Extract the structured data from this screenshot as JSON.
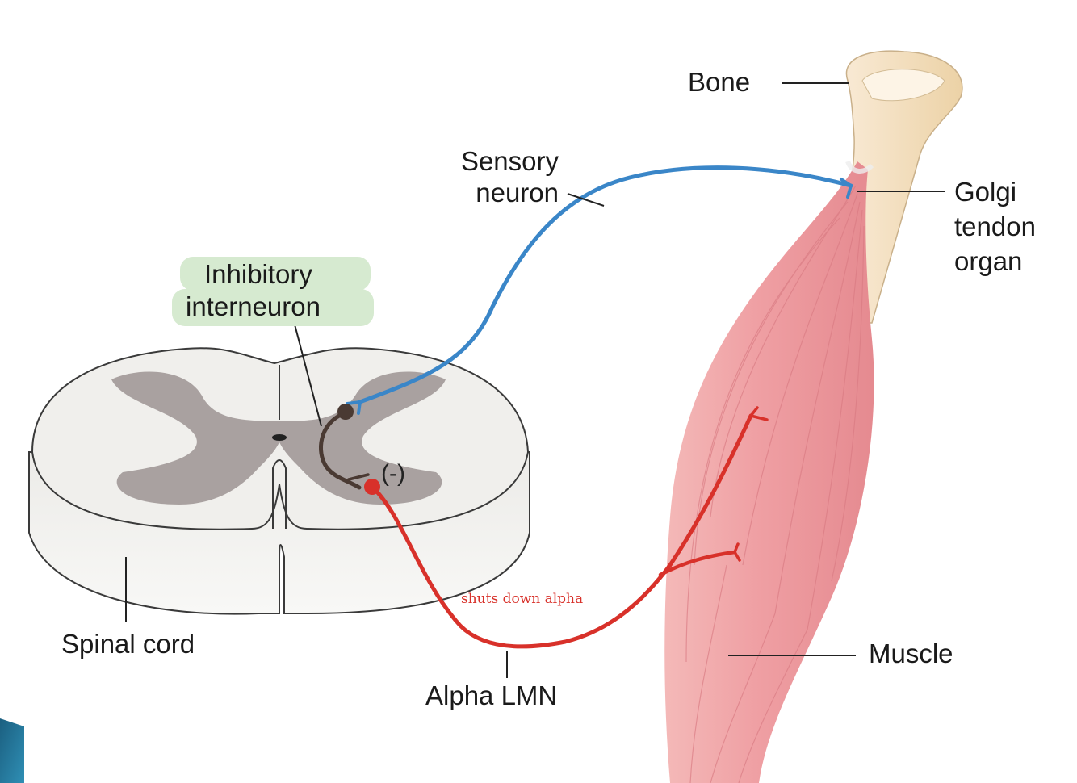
{
  "labels": {
    "bone": "Bone",
    "sensory_neuron": [
      "Sensory",
      "neuron"
    ],
    "golgi_tendon_organ": [
      "Golgi",
      "tendon",
      "organ"
    ],
    "inhibitory_interneuron": [
      "Inhibitory",
      "interneuron"
    ],
    "inhibition_sign": "(-)",
    "spinal_cord": "Spinal cord",
    "alpha_lmn": "Alpha LMN",
    "muscle": "Muscle",
    "annotation": "shuts down alpha"
  },
  "colors": {
    "sensory_neuron": "#3a86c8",
    "motor_neuron": "#d8312a",
    "interneuron": "#4a3a33",
    "highlight": "#d6ead0",
    "gray_matter": "#a9a1a0",
    "white_matter": "#f0efec",
    "muscle": "#f0a5a8",
    "bone": "#f6e6c8",
    "corner_accent": "#1f6f93"
  }
}
